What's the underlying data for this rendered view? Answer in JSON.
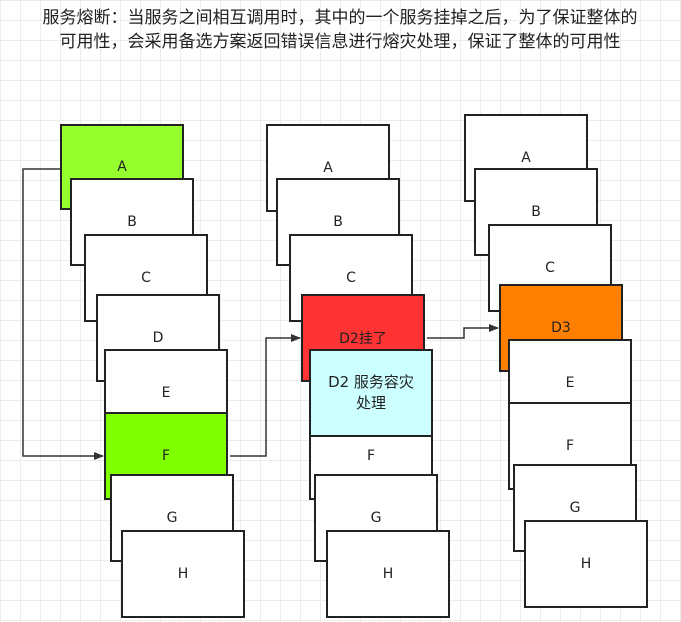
{
  "title": "服务熔断：当服务之间相互调用时，其中的一个服务挂掉之后，为了保证整体的可用性，会采用备选方案返回错误信息进行熔灾处理，保证了整体的可用性",
  "stack1": {
    "a": "A",
    "b": "B",
    "c": "C",
    "d": "D",
    "e": "E",
    "f": "F",
    "g": "G",
    "h": "H"
  },
  "stack2": {
    "a": "A",
    "b": "B",
    "c": "C",
    "d2": "D2挂了",
    "fallback_line1": "D2 服务容灾",
    "fallback_line2": "处理",
    "f": "F",
    "g": "G",
    "h": "H"
  },
  "stack3": {
    "a": "A",
    "b": "B",
    "c": "C",
    "d3": "D3",
    "e": "E",
    "f": "F",
    "g": "G",
    "h": "H"
  },
  "colors": {
    "healthy": "#96ff2e",
    "active": "#80ff00",
    "failed": "#ff3333",
    "fallback": "#ccffff",
    "next": "#ff8000"
  }
}
